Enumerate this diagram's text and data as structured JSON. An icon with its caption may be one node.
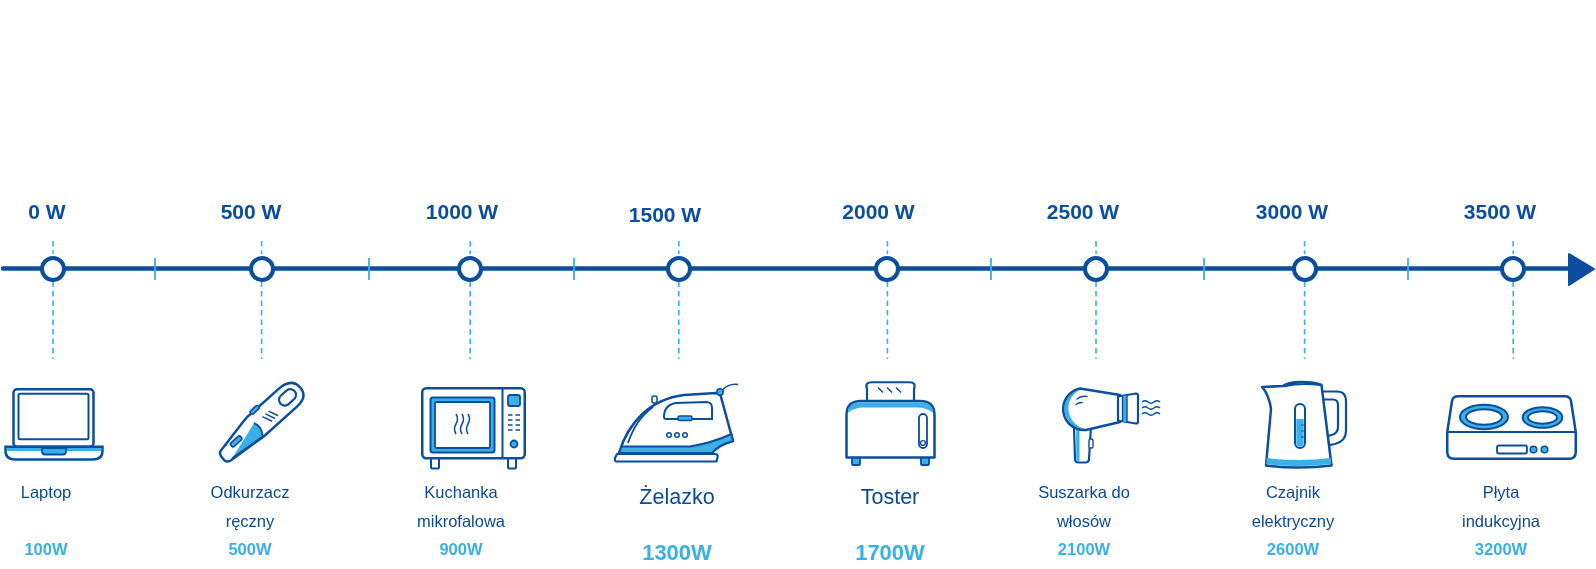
{
  "diagram": {
    "nodes": [
      {
        "text": [],
        "shape": "circle",
        "beside": [
          "0 W"
        ]
      },
      {
        "text": [],
        "shape": "circle",
        "beside": [
          "500 W"
        ]
      },
      {
        "text": [],
        "shape": "circle",
        "beside": [
          "1000 W"
        ]
      },
      {
        "text": [],
        "shape": "circle",
        "beside": [
          "1500 W"
        ]
      },
      {
        "text": [],
        "shape": "circle",
        "beside": [
          "2000 W"
        ]
      },
      {
        "text": [],
        "shape": "circle",
        "beside": [
          "2500 W"
        ]
      },
      {
        "text": [],
        "shape": "circle",
        "beside": [
          "3000 W"
        ]
      },
      {
        "text": [],
        "shape": "circle",
        "beside": [
          "3500 W"
        ]
      },
      {
        "text": [
          "Laptop",
          "100W"
        ]
      },
      {
        "text": [
          "Odkurzacz ręczny",
          "500W"
        ]
      },
      {
        "text": [
          "Kuchanka mikrofalowa",
          "900W"
        ]
      },
      {
        "text": [
          "Żelazko",
          "1300W"
        ]
      },
      {
        "text": [
          "Toster",
          "1700W"
        ]
      },
      {
        "text": [
          "Suszarka do włosów",
          "2100W"
        ]
      },
      {
        "text": [
          "Czajnik elektryczny",
          "2600W"
        ]
      },
      {
        "text": [
          "Płyta indukcyjna",
          "3200W"
        ]
      }
    ],
    "edges": [
      {
        "from": 0,
        "to": 8,
        "arrow": "none",
        "style": "dashed"
      },
      {
        "from": 1,
        "to": 9,
        "arrow": "none",
        "style": "dashed"
      },
      {
        "from": 2,
        "to": 10,
        "arrow": "none",
        "style": "dashed"
      },
      {
        "from": 3,
        "to": 11,
        "arrow": "none",
        "style": "dashed"
      },
      {
        "from": 4,
        "to": 12,
        "arrow": "none",
        "style": "dashed"
      },
      {
        "from": 5,
        "to": 13,
        "arrow": "none",
        "style": "dashed"
      },
      {
        "from": 6,
        "to": 14,
        "arrow": "none",
        "style": "dashed"
      },
      {
        "from": 7,
        "to": 15,
        "arrow": "none",
        "style": "dashed"
      }
    ]
  }
}
